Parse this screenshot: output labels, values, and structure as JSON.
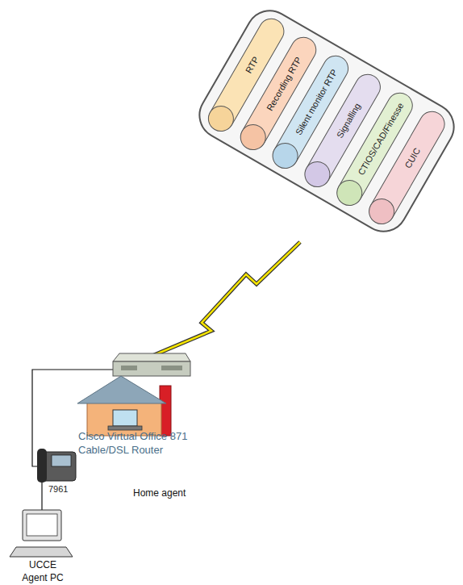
{
  "diagram": {
    "nodes": [
      {
        "text": [
          "RTP"
        ]
      },
      {
        "text": [
          "Recording RTP"
        ]
      },
      {
        "text": [
          "Silent monitor RTP"
        ]
      },
      {
        "text": [
          "Signalling"
        ]
      },
      {
        "text": [
          "CTIOS/CAD/Finesse"
        ]
      },
      {
        "text": [
          "CUIC"
        ]
      }
    ],
    "labels": [
      "7961",
      "Cisco Virtual Office 871 Cable/DSL Router",
      "Home agent",
      "UCCE Agent PC"
    ]
  }
}
